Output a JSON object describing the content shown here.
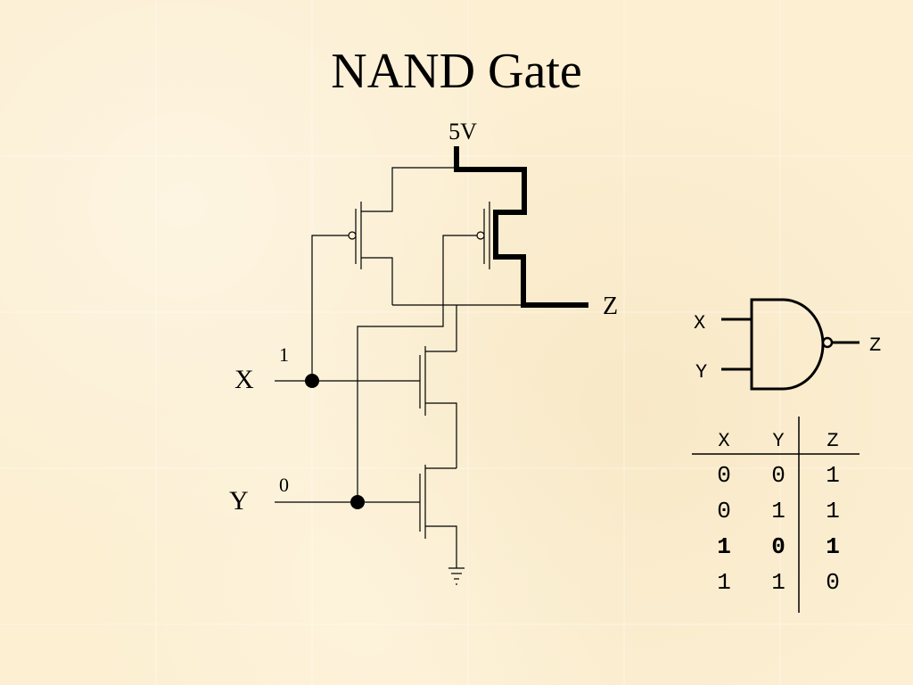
{
  "title": "NAND Gate",
  "circuit": {
    "supply_label": "5V",
    "output_label": "Z",
    "input_x": {
      "label": "X",
      "value": "1"
    },
    "input_y": {
      "label": "Y",
      "value": "0"
    }
  },
  "gate_symbol": {
    "input_a": "X",
    "input_b": "Y",
    "output": "Z"
  },
  "truth_table": {
    "headers": [
      "X",
      "Y",
      "Z"
    ],
    "rows": [
      {
        "cells": [
          "0",
          "0",
          "1"
        ],
        "highlight": false
      },
      {
        "cells": [
          "0",
          "1",
          "1"
        ],
        "highlight": false
      },
      {
        "cells": [
          "1",
          "0",
          "1"
        ],
        "highlight": true
      },
      {
        "cells": [
          "1",
          "1",
          "0"
        ],
        "highlight": false
      }
    ]
  },
  "colors": {
    "background": "#fcefd2",
    "ink": "#000000"
  }
}
